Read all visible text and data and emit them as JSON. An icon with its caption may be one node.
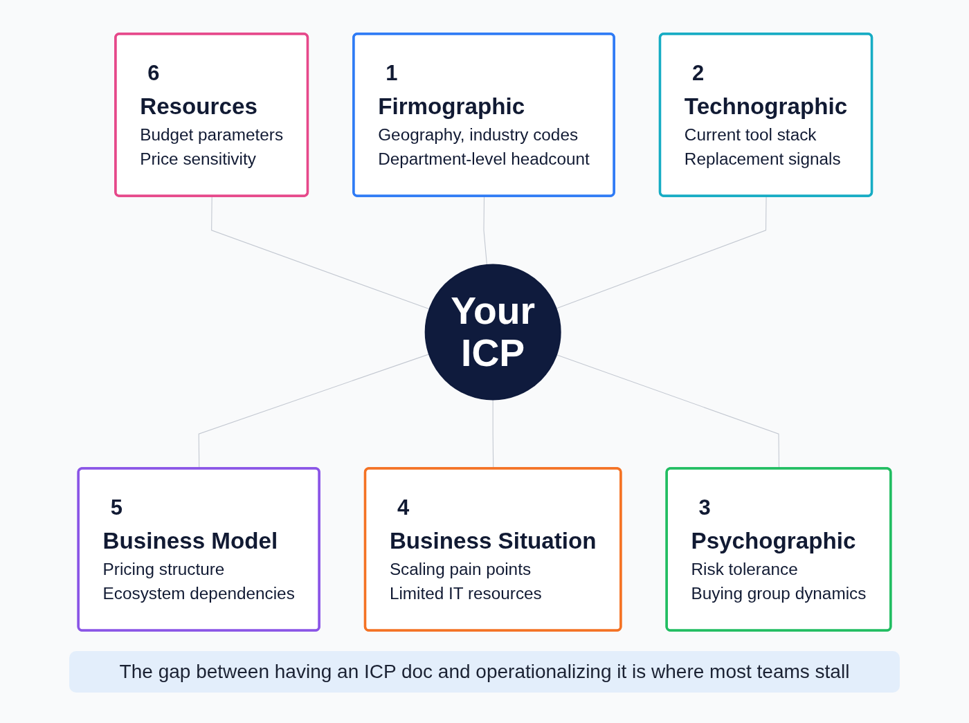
{
  "diagram": {
    "nodes": [
      {
        "text": [
          "1",
          "Firmographic",
          "Geography, industry codes",
          "Department-level headcount"
        ]
      },
      {
        "text": [
          "2",
          "Technographic",
          "Current tool stack",
          "Replacement signals"
        ]
      },
      {
        "text": [
          "3",
          "Psychographic",
          "Risk tolerance",
          "Buying group dynamics"
        ]
      },
      {
        "text": [
          "4",
          "Business Situation",
          "Scaling pain points",
          "Limited IT resources"
        ]
      },
      {
        "text": [
          "5",
          "Business Model",
          "Pricing structure",
          "Ecosystem dependencies"
        ]
      },
      {
        "text": [
          "6",
          "Resources",
          "Budget parameters",
          "Price sensitivity"
        ]
      },
      {
        "text": [
          "Your ICP"
        ]
      }
    ],
    "edges": [
      {
        "from": 5,
        "to": 6,
        "arrow": "none"
      },
      {
        "from": 0,
        "to": 6,
        "arrow": "none"
      },
      {
        "from": 1,
        "to": 6,
        "arrow": "none"
      },
      {
        "from": 6,
        "to": 4,
        "arrow": "none"
      },
      {
        "from": 6,
        "to": 3,
        "arrow": "none"
      },
      {
        "from": 6,
        "to": 2,
        "arrow": "none"
      }
    ],
    "caption": "The gap between having an ICP doc and operationalizing it is where most teams stall"
  }
}
